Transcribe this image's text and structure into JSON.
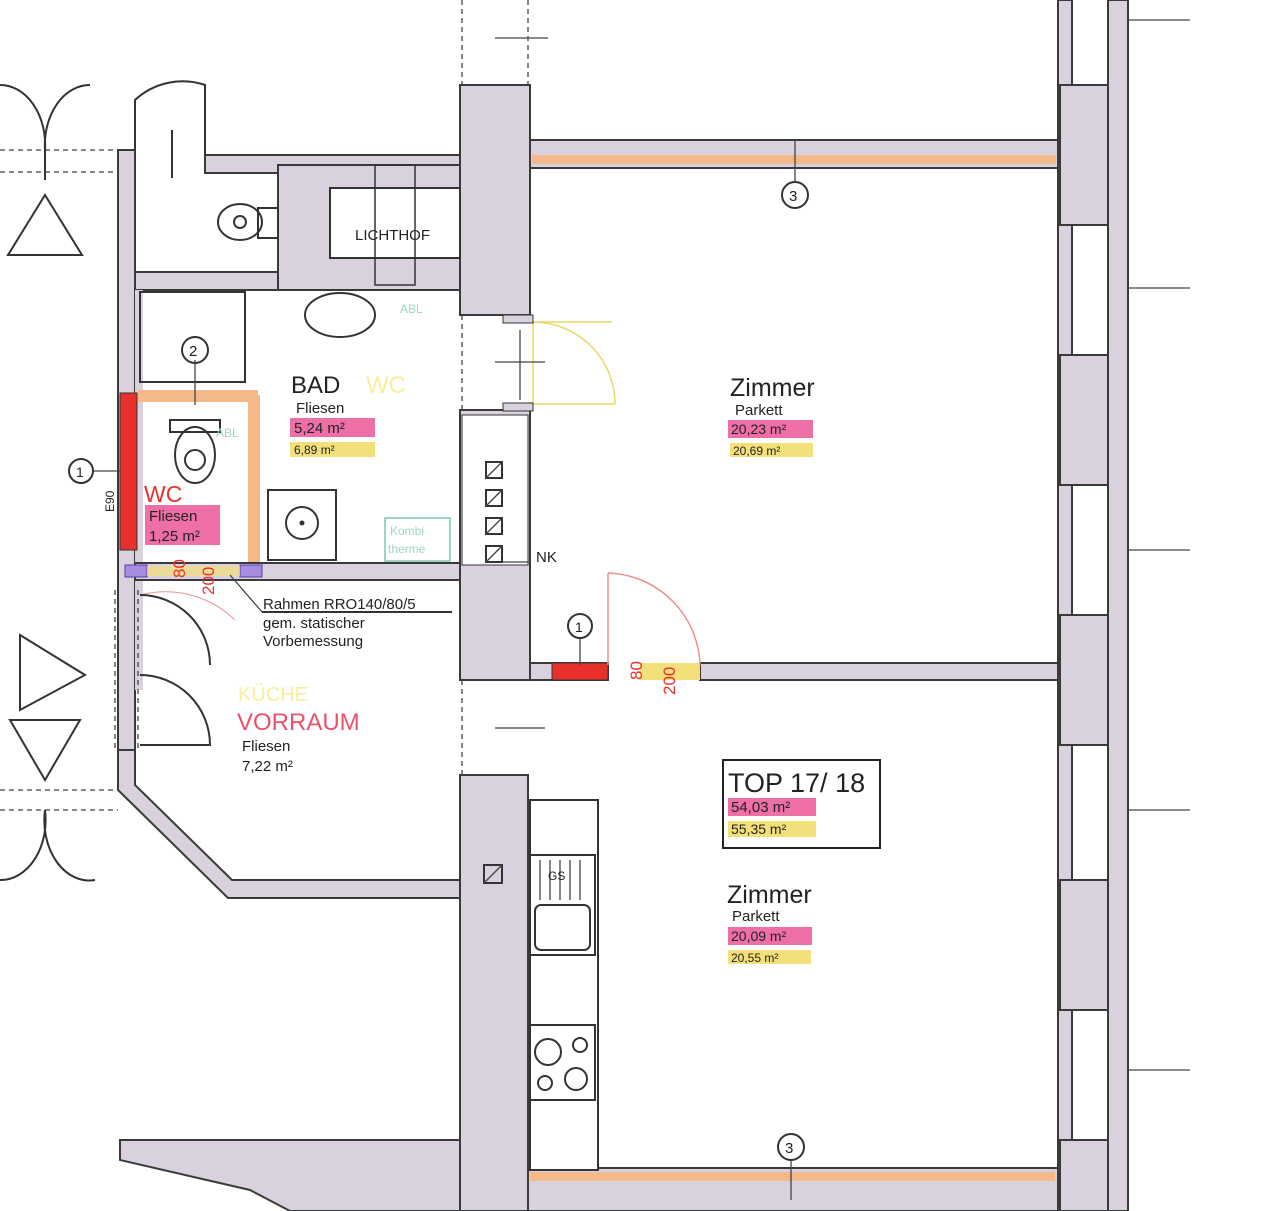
{
  "title": "TOP 17/ 18",
  "total_area_net": "54,03 m²",
  "total_area_gross": "55,35 m²",
  "rooms": [
    {
      "name": "Zimmer",
      "floor": "Parkett",
      "area_net": "20,23 m²",
      "area_gross": "20,69 m²"
    },
    {
      "name": "Zimmer",
      "floor": "Parkett",
      "area_net": "20,09 m²",
      "area_gross": "20,55 m²"
    },
    {
      "name": "BAD",
      "alt_name": "WC",
      "floor": "Fliesen",
      "area_net": "5,24 m²",
      "area_gross": "6,89 m²"
    },
    {
      "name": "WC",
      "floor": "Fliesen",
      "area_net": "1,25 m²"
    },
    {
      "name": "VORRAUM",
      "alt_name": "KÜCHE",
      "floor": "Fliesen",
      "area_net": "7,22 m²"
    }
  ],
  "labels": {
    "lichthof": "LICHTHOF",
    "nk": "NK",
    "abl1": "ABL",
    "abl2": "ABL",
    "kombi1": "Kombi",
    "kombi2": "therme",
    "e90": "E90",
    "gs": "GS",
    "frame1": "Rahmen RRO140/80/5",
    "frame2": "gem. statischer",
    "frame3": "Vorbemessung",
    "door_w": "80",
    "door_h": "200",
    "door_w2": "80",
    "door_h2": "200",
    "marker_1a": "1",
    "marker_1b": "1",
    "marker_2": "2",
    "marker_3a": "3",
    "marker_3b": "3"
  },
  "colors": {
    "wall": "#d9d1dd",
    "net_area": "#ee6fa8",
    "gross_area": "#f4e07a",
    "fire_wall": "#e8312c",
    "sill": "#f3b98a"
  }
}
